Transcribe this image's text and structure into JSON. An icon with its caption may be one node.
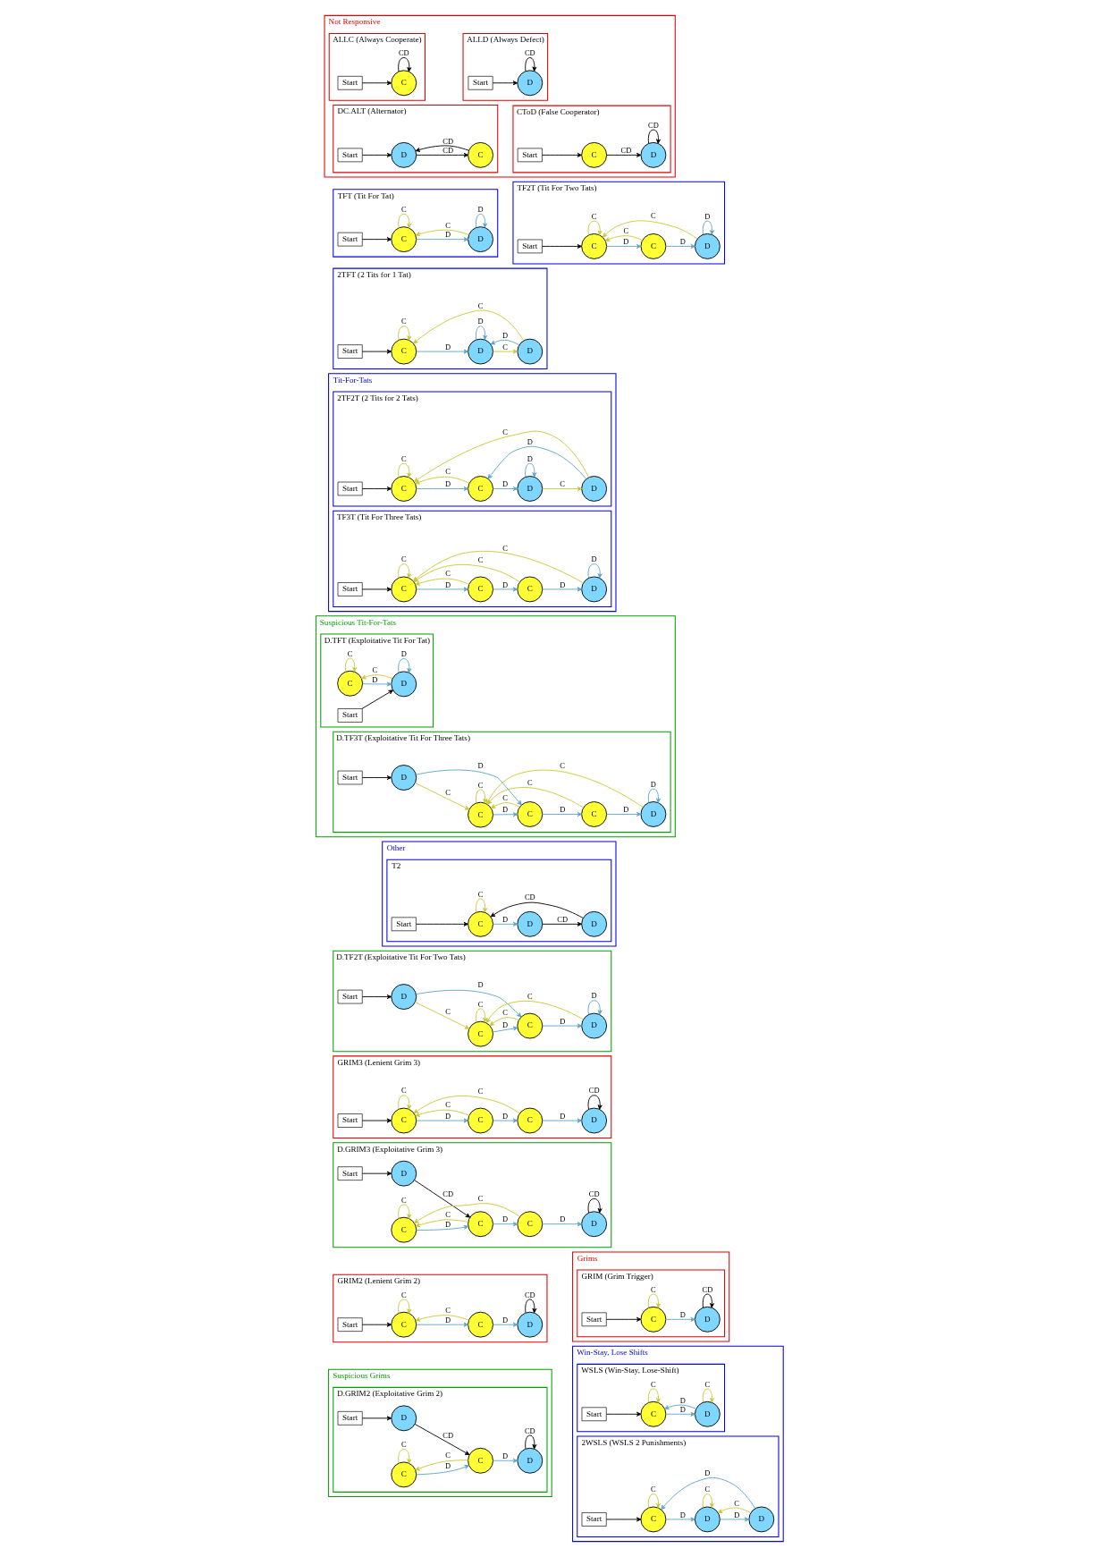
{
  "diagram": {
    "nodes": [
      {
        "text": [
          "Not Responsive"
        ]
      },
      {
        "text": [
          "ALLC (Always Cooperate)"
        ],
        "in": 0
      },
      {
        "text": [
          "Start"
        ],
        "in": 1
      },
      {
        "text": [
          "C"
        ],
        "in": 1
      },
      {
        "text": [
          "ALLD (Always Defect)"
        ],
        "in": 0
      },
      {
        "text": [
          "Start"
        ],
        "in": 4
      },
      {
        "text": [
          "D"
        ],
        "in": 4
      },
      {
        "text": [
          "DC.ALT (Alternator)"
        ],
        "in": 0
      },
      {
        "text": [
          "Start"
        ],
        "in": 7
      },
      {
        "text": [
          "D"
        ],
        "in": 7
      },
      {
        "text": [
          "C"
        ],
        "in": 7
      },
      {
        "text": [
          "CToD (False Cooperator)"
        ],
        "in": 0
      },
      {
        "text": [
          "Start"
        ],
        "in": 11
      },
      {
        "text": [
          "C"
        ],
        "in": 11
      },
      {
        "text": [
          "D"
        ],
        "in": 11
      },
      {
        "text": [
          "TFT (Tit For Tat)"
        ]
      },
      {
        "text": [
          "Start"
        ],
        "in": 15
      },
      {
        "text": [
          "C"
        ],
        "in": 15
      },
      {
        "text": [
          "D"
        ],
        "in": 15
      },
      {
        "text": [
          "TF2T (Tit For Two Tats)"
        ]
      },
      {
        "text": [
          "Start"
        ],
        "in": 19
      },
      {
        "text": [
          "C"
        ],
        "in": 19
      },
      {
        "text": [
          "C"
        ],
        "in": 19
      },
      {
        "text": [
          "D"
        ],
        "in": 19
      },
      {
        "text": [
          "2TFT (2 Tits for 1 Tat)"
        ]
      },
      {
        "text": [
          "Start"
        ],
        "in": 24
      },
      {
        "text": [
          "C"
        ],
        "in": 24
      },
      {
        "text": [
          "D"
        ],
        "in": 24
      },
      {
        "text": [
          "D"
        ],
        "in": 24
      },
      {
        "text": [
          "Tit-For-Tats"
        ]
      },
      {
        "text": [
          "2TF2T (2 Tits for 2 Tats)"
        ],
        "in": 29
      },
      {
        "text": [
          "Start"
        ],
        "in": 30
      },
      {
        "text": [
          "C"
        ],
        "in": 30
      },
      {
        "text": [
          "C"
        ],
        "in": 30
      },
      {
        "text": [
          "D"
        ],
        "in": 30
      },
      {
        "text": [
          "D"
        ],
        "in": 30
      },
      {
        "text": [
          "TF3T (Tit For Three Tats)"
        ],
        "in": 29
      },
      {
        "text": [
          "Start"
        ],
        "in": 36
      },
      {
        "text": [
          "C"
        ],
        "in": 36
      },
      {
        "text": [
          "C"
        ],
        "in": 36
      },
      {
        "text": [
          "C"
        ],
        "in": 36
      },
      {
        "text": [
          "D"
        ],
        "in": 36
      },
      {
        "text": [
          "Suspicious Tit-For-Tats"
        ]
      },
      {
        "text": [
          "D.TFT (Exploitative Tit For Tat)"
        ],
        "in": 42
      },
      {
        "text": [
          "C"
        ],
        "in": 43
      },
      {
        "text": [
          "D"
        ],
        "in": 43
      },
      {
        "text": [
          "Start"
        ],
        "in": 43
      },
      {
        "text": [
          "D.TF3T (Exploitative Tit For Three Tats)"
        ],
        "in": 42
      },
      {
        "text": [
          "Start"
        ],
        "in": 47
      },
      {
        "text": [
          "D"
        ],
        "in": 47
      },
      {
        "text": [
          "C"
        ],
        "in": 47
      },
      {
        "text": [
          "C"
        ],
        "in": 47
      },
      {
        "text": [
          "C"
        ],
        "in": 47
      },
      {
        "text": [
          "D"
        ],
        "in": 47
      },
      {
        "text": [
          "Other"
        ]
      },
      {
        "text": [
          "T2"
        ],
        "in": 54
      },
      {
        "text": [
          "Start"
        ],
        "in": 55
      },
      {
        "text": [
          "C"
        ],
        "in": 55
      },
      {
        "text": [
          "D"
        ],
        "in": 55
      },
      {
        "text": [
          "D"
        ],
        "in": 55
      },
      {
        "text": [
          "D.TF2T (Exploitative Tit For Two Tats)"
        ]
      },
      {
        "text": [
          "Start"
        ],
        "in": 60
      },
      {
        "text": [
          "D"
        ],
        "in": 60
      },
      {
        "text": [
          "C"
        ],
        "in": 60
      },
      {
        "text": [
          "C"
        ],
        "in": 60
      },
      {
        "text": [
          "D"
        ],
        "in": 60
      },
      {
        "text": [
          "Suspicious Grims"
        ]
      },
      {
        "text": [
          "D.GRIM2 (Exploitative Grim 2)"
        ],
        "in": 66
      },
      {
        "text": [
          "Start"
        ],
        "in": 67
      },
      {
        "text": [
          "D"
        ],
        "in": 67
      },
      {
        "text": [
          "C"
        ],
        "in": 67
      },
      {
        "text": [
          "C"
        ],
        "in": 67
      },
      {
        "text": [
          "D"
        ],
        "in": 67
      },
      {
        "text": [
          "GRIM3 (Lenient Grim 3)"
        ]
      },
      {
        "text": [
          "Start"
        ],
        "in": 73
      },
      {
        "text": [
          "C"
        ],
        "in": 73
      },
      {
        "text": [
          "C"
        ],
        "in": 73
      },
      {
        "text": [
          "C"
        ],
        "in": 73
      },
      {
        "text": [
          "D"
        ],
        "in": 73
      },
      {
        "text": [
          "D.GRIM3 (Exploitative Grim 3)"
        ]
      },
      {
        "text": [
          "Start"
        ],
        "in": 79
      },
      {
        "text": [
          "D"
        ],
        "in": 79
      },
      {
        "text": [
          "C"
        ],
        "in": 79
      },
      {
        "text": [
          "C"
        ],
        "in": 79
      },
      {
        "text": [
          "C"
        ],
        "in": 79
      },
      {
        "text": [
          "D"
        ],
        "in": 79
      },
      {
        "text": [
          "GRIM2 (Lenient Grim 2)"
        ]
      },
      {
        "text": [
          "Start"
        ],
        "in": 86
      },
      {
        "text": [
          "C"
        ],
        "in": 86
      },
      {
        "text": [
          "C"
        ],
        "in": 86
      },
      {
        "text": [
          "D"
        ],
        "in": 86
      },
      {
        "text": [
          "Grims"
        ]
      },
      {
        "text": [
          "GRIM (Grim Trigger)"
        ],
        "in": 91
      },
      {
        "text": [
          "Start"
        ],
        "in": 92
      },
      {
        "text": [
          "C"
        ],
        "in": 92
      },
      {
        "text": [
          "D"
        ],
        "in": 92
      },
      {
        "text": [
          "Win-Stay, Lose Shifts"
        ]
      },
      {
        "text": [
          "WSLS (Win-Stay, Lose-Shift)"
        ],
        "in": 96
      },
      {
        "text": [
          "Start"
        ],
        "in": 97
      },
      {
        "text": [
          "C"
        ],
        "in": 97
      },
      {
        "text": [
          "D"
        ],
        "in": 97
      },
      {
        "text": [
          "2WSLS (WSLS 2 Punishments)"
        ],
        "in": 96
      },
      {
        "text": [
          "Start"
        ],
        "in": 101
      },
      {
        "text": [
          "C"
        ],
        "in": 101
      },
      {
        "text": [
          "D"
        ],
        "in": 101
      },
      {
        "text": [
          "D"
        ],
        "in": 101
      }
    ],
    "edges": [
      {
        "from": 2,
        "to": 3,
        "arrow": "to",
        "color": "#000000"
      },
      {
        "from": 3,
        "to": 3,
        "arrow": "to",
        "label": "CD",
        "color": "#000000"
      },
      {
        "from": 5,
        "to": 6,
        "arrow": "to",
        "color": "#000000"
      },
      {
        "from": 6,
        "to": 6,
        "arrow": "to",
        "label": "CD",
        "color": "#000000"
      },
      {
        "from": 8,
        "to": 9,
        "arrow": "to",
        "color": "#000000"
      },
      {
        "from": 9,
        "to": 10,
        "arrow": "to",
        "label": "CD",
        "color": "#000000"
      },
      {
        "from": 10,
        "to": 9,
        "arrow": "to",
        "label": "CD",
        "color": "#000000"
      },
      {
        "from": 12,
        "to": 13,
        "arrow": "to",
        "color": "#000000"
      },
      {
        "from": 13,
        "to": 14,
        "arrow": "to",
        "label": "CD",
        "color": "#000000"
      },
      {
        "from": 14,
        "to": 14,
        "arrow": "to",
        "label": "CD",
        "color": "#000000"
      },
      {
        "from": 16,
        "to": 17,
        "arrow": "to",
        "color": "#000000"
      },
      {
        "from": 17,
        "to": 18,
        "arrow": "to",
        "label": "D",
        "color": "#5aa5c8"
      },
      {
        "from": 18,
        "to": 17,
        "arrow": "to",
        "label": "C",
        "color": "#c8c832"
      },
      {
        "from": 17,
        "to": 17,
        "arrow": "to",
        "label": "C",
        "color": "#c8c832"
      },
      {
        "from": 18,
        "to": 18,
        "arrow": "to",
        "label": "D",
        "color": "#5aa5c8"
      },
      {
        "from": 20,
        "to": 21,
        "arrow": "to",
        "color": "#000000"
      },
      {
        "from": 21,
        "to": 22,
        "arrow": "to",
        "label": "D",
        "color": "#5aa5c8"
      },
      {
        "from": 22,
        "to": 23,
        "arrow": "to",
        "label": "D",
        "color": "#5aa5c8"
      },
      {
        "from": 22,
        "to": 21,
        "arrow": "to",
        "label": "C",
        "color": "#c8c832"
      },
      {
        "from": 23,
        "to": 21,
        "arrow": "to",
        "label": "C",
        "color": "#c8c832"
      },
      {
        "from": 21,
        "to": 21,
        "arrow": "to",
        "label": "C",
        "color": "#c8c832"
      },
      {
        "from": 23,
        "to": 23,
        "arrow": "to",
        "label": "D",
        "color": "#5aa5c8"
      },
      {
        "from": 25,
        "to": 26,
        "arrow": "to",
        "color": "#000000"
      },
      {
        "from": 26,
        "to": 27,
        "arrow": "to",
        "label": "D",
        "color": "#5aa5c8"
      },
      {
        "from": 27,
        "to": 28,
        "arrow": "to",
        "label": "C",
        "color": "#c8c832"
      },
      {
        "from": 28,
        "to": 27,
        "arrow": "to",
        "label": "D",
        "color": "#5aa5c8"
      },
      {
        "from": 28,
        "to": 26,
        "arrow": "to",
        "label": "C",
        "color": "#c8c832"
      },
      {
        "from": 26,
        "to": 26,
        "arrow": "to",
        "label": "C",
        "color": "#c8c832"
      },
      {
        "from": 27,
        "to": 27,
        "arrow": "to",
        "label": "D",
        "color": "#5aa5c8"
      },
      {
        "from": 31,
        "to": 32,
        "arrow": "to",
        "color": "#000000"
      },
      {
        "from": 32,
        "to": 33,
        "arrow": "to",
        "label": "D",
        "color": "#5aa5c8"
      },
      {
        "from": 33,
        "to": 34,
        "arrow": "to",
        "label": "D",
        "color": "#5aa5c8"
      },
      {
        "from": 34,
        "to": 35,
        "arrow": "to",
        "label": "C",
        "color": "#c8c832"
      },
      {
        "from": 33,
        "to": 32,
        "arrow": "to",
        "label": "C",
        "color": "#c8c832"
      },
      {
        "from": 35,
        "to": 33,
        "arrow": "to",
        "label": "D",
        "color": "#5aa5c8"
      },
      {
        "from": 35,
        "to": 32,
        "arrow": "to",
        "label": "C",
        "color": "#c8c832"
      },
      {
        "from": 32,
        "to": 32,
        "arrow": "to",
        "label": "C",
        "color": "#c8c832"
      },
      {
        "from": 34,
        "to": 34,
        "arrow": "to",
        "label": "D",
        "color": "#5aa5c8"
      },
      {
        "from": 37,
        "to": 38,
        "arrow": "to",
        "color": "#000000"
      },
      {
        "from": 38,
        "to": 39,
        "arrow": "to",
        "label": "D",
        "color": "#5aa5c8"
      },
      {
        "from": 39,
        "to": 40,
        "arrow": "to",
        "label": "D",
        "color": "#5aa5c8"
      },
      {
        "from": 40,
        "to": 41,
        "arrow": "to",
        "label": "D",
        "color": "#5aa5c8"
      },
      {
        "from": 39,
        "to": 38,
        "arrow": "to",
        "label": "C",
        "color": "#c8c832"
      },
      {
        "from": 40,
        "to": 38,
        "arrow": "to",
        "label": "C",
        "color": "#c8c832"
      },
      {
        "from": 41,
        "to": 38,
        "arrow": "to",
        "label": "C",
        "color": "#c8c832"
      },
      {
        "from": 38,
        "to": 38,
        "arrow": "to",
        "label": "C",
        "color": "#c8c832"
      },
      {
        "from": 41,
        "to": 41,
        "arrow": "to",
        "label": "D",
        "color": "#5aa5c8"
      },
      {
        "from": 46,
        "to": 45,
        "arrow": "to",
        "color": "#000000"
      },
      {
        "from": 44,
        "to": 45,
        "arrow": "to",
        "label": "D",
        "color": "#5aa5c8"
      },
      {
        "from": 45,
        "to": 44,
        "arrow": "to",
        "label": "C",
        "color": "#c8c832"
      },
      {
        "from": 44,
        "to": 44,
        "arrow": "to",
        "label": "C",
        "color": "#c8c832"
      },
      {
        "from": 45,
        "to": 45,
        "arrow": "to",
        "label": "D",
        "color": "#5aa5c8"
      },
      {
        "from": 48,
        "to": 49,
        "arrow": "to",
        "color": "#000000"
      },
      {
        "from": 49,
        "to": 50,
        "arrow": "to",
        "label": "C",
        "color": "#c8c832"
      },
      {
        "from": 49,
        "to": 51,
        "arrow": "to",
        "label": "D",
        "color": "#5aa5c8"
      },
      {
        "from": 50,
        "to": 51,
        "arrow": "to",
        "label": "D",
        "color": "#5aa5c8"
      },
      {
        "from": 51,
        "to": 52,
        "arrow": "to",
        "label": "D",
        "color": "#5aa5c8"
      },
      {
        "from": 52,
        "to": 53,
        "arrow": "to",
        "label": "D",
        "color": "#5aa5c8"
      },
      {
        "from": 51,
        "to": 50,
        "arrow": "to",
        "label": "C",
        "color": "#c8c832"
      },
      {
        "from": 52,
        "to": 50,
        "arrow": "to",
        "label": "C",
        "color": "#c8c832"
      },
      {
        "from": 53,
        "to": 50,
        "arrow": "to",
        "label": "C",
        "color": "#c8c832"
      },
      {
        "from": 50,
        "to": 50,
        "arrow": "to",
        "label": "C",
        "color": "#c8c832"
      },
      {
        "from": 53,
        "to": 53,
        "arrow": "to",
        "label": "D",
        "color": "#5aa5c8"
      },
      {
        "from": 56,
        "to": 57,
        "arrow": "to",
        "color": "#000000"
      },
      {
        "from": 57,
        "to": 58,
        "arrow": "to",
        "label": "D",
        "color": "#5aa5c8"
      },
      {
        "from": 58,
        "to": 59,
        "arrow": "to",
        "label": "CD",
        "color": "#000000"
      },
      {
        "from": 59,
        "to": 57,
        "arrow": "to",
        "label": "CD",
        "color": "#000000"
      },
      {
        "from": 57,
        "to": 57,
        "arrow": "to",
        "label": "C",
        "color": "#c8c832"
      },
      {
        "from": 61,
        "to": 62,
        "arrow": "to",
        "color": "#000000"
      },
      {
        "from": 62,
        "to": 63,
        "arrow": "to",
        "label": "C",
        "color": "#c8c832"
      },
      {
        "from": 62,
        "to": 64,
        "arrow": "to",
        "label": "D",
        "color": "#5aa5c8"
      },
      {
        "from": 63,
        "to": 64,
        "arrow": "to",
        "label": "D",
        "color": "#5aa5c8"
      },
      {
        "from": 64,
        "to": 65,
        "arrow": "to",
        "label": "D",
        "color": "#5aa5c8"
      },
      {
        "from": 64,
        "to": 63,
        "arrow": "to",
        "label": "C",
        "color": "#c8c832"
      },
      {
        "from": 65,
        "to": 63,
        "arrow": "to",
        "label": "C",
        "color": "#c8c832"
      },
      {
        "from": 63,
        "to": 63,
        "arrow": "to",
        "label": "C",
        "color": "#c8c832"
      },
      {
        "from": 65,
        "to": 65,
        "arrow": "to",
        "label": "D",
        "color": "#5aa5c8"
      },
      {
        "from": 68,
        "to": 69,
        "arrow": "to",
        "color": "#000000"
      },
      {
        "from": 69,
        "to": 71,
        "arrow": "to",
        "label": "CD",
        "color": "#000000"
      },
      {
        "from": 70,
        "to": 71,
        "arrow": "to",
        "label": "D",
        "color": "#5aa5c8"
      },
      {
        "from": 71,
        "to": 72,
        "arrow": "to",
        "label": "D",
        "color": "#5aa5c8"
      },
      {
        "from": 71,
        "to": 70,
        "arrow": "to",
        "label": "C",
        "color": "#c8c832"
      },
      {
        "from": 70,
        "to": 70,
        "arrow": "to",
        "label": "C",
        "color": "#c8c832"
      },
      {
        "from": 72,
        "to": 72,
        "arrow": "to",
        "label": "CD",
        "color": "#000000"
      },
      {
        "from": 74,
        "to": 75,
        "arrow": "to",
        "color": "#000000"
      },
      {
        "from": 75,
        "to": 76,
        "arrow": "to",
        "label": "D",
        "color": "#5aa5c8"
      },
      {
        "from": 76,
        "to": 77,
        "arrow": "to",
        "label": "D",
        "color": "#5aa5c8"
      },
      {
        "from": 77,
        "to": 78,
        "arrow": "to",
        "label": "D",
        "color": "#5aa5c8"
      },
      {
        "from": 76,
        "to": 75,
        "arrow": "to",
        "label": "C",
        "color": "#c8c832"
      },
      {
        "from": 77,
        "to": 75,
        "arrow": "to",
        "label": "C",
        "color": "#c8c832"
      },
      {
        "from": 75,
        "to": 75,
        "arrow": "to",
        "label": "C",
        "color": "#c8c832"
      },
      {
        "from": 78,
        "to": 78,
        "arrow": "to",
        "label": "CD",
        "color": "#000000"
      },
      {
        "from": 80,
        "to": 81,
        "arrow": "to",
        "color": "#000000"
      },
      {
        "from": 81,
        "to": 83,
        "arrow": "to",
        "label": "CD",
        "color": "#000000"
      },
      {
        "from": 82,
        "to": 83,
        "arrow": "to",
        "label": "D",
        "color": "#5aa5c8"
      },
      {
        "from": 83,
        "to": 84,
        "arrow": "to",
        "label": "D",
        "color": "#5aa5c8"
      },
      {
        "from": 84,
        "to": 85,
        "arrow": "to",
        "label": "D",
        "color": "#5aa5c8"
      },
      {
        "from": 83,
        "to": 82,
        "arrow": "to",
        "label": "C",
        "color": "#c8c832"
      },
      {
        "from": 84,
        "to": 82,
        "arrow": "to",
        "label": "C",
        "color": "#c8c832"
      },
      {
        "from": 82,
        "to": 82,
        "arrow": "to",
        "label": "C",
        "color": "#c8c832"
      },
      {
        "from": 85,
        "to": 85,
        "arrow": "to",
        "label": "CD",
        "color": "#000000"
      },
      {
        "from": 87,
        "to": 88,
        "arrow": "to",
        "color": "#000000"
      },
      {
        "from": 88,
        "to": 89,
        "arrow": "to",
        "label": "D",
        "color": "#5aa5c8"
      },
      {
        "from": 89,
        "to": 90,
        "arrow": "to",
        "label": "D",
        "color": "#5aa5c8"
      },
      {
        "from": 89,
        "to": 88,
        "arrow": "to",
        "label": "C",
        "color": "#c8c832"
      },
      {
        "from": 88,
        "to": 88,
        "arrow": "to",
        "label": "C",
        "color": "#c8c832"
      },
      {
        "from": 90,
        "to": 90,
        "arrow": "to",
        "label": "CD",
        "color": "#000000"
      },
      {
        "from": 93,
        "to": 94,
        "arrow": "to",
        "color": "#000000"
      },
      {
        "from": 94,
        "to": 95,
        "arrow": "to",
        "label": "D",
        "color": "#5aa5c8"
      },
      {
        "from": 94,
        "to": 94,
        "arrow": "to",
        "label": "C",
        "color": "#c8c832"
      },
      {
        "from": 95,
        "to": 95,
        "arrow": "to",
        "label": "CD",
        "color": "#000000"
      },
      {
        "from": 98,
        "to": 99,
        "arrow": "to",
        "color": "#000000"
      },
      {
        "from": 99,
        "to": 100,
        "arrow": "to",
        "label": "D",
        "color": "#5aa5c8"
      },
      {
        "from": 100,
        "to": 99,
        "arrow": "to",
        "label": "D",
        "color": "#5aa5c8"
      },
      {
        "from": 99,
        "to": 99,
        "arrow": "to",
        "label": "C",
        "color": "#c8c832"
      },
      {
        "from": 100,
        "to": 100,
        "arrow": "to",
        "label": "C",
        "color": "#c8c832"
      },
      {
        "from": 102,
        "to": 103,
        "arrow": "to",
        "color": "#000000"
      },
      {
        "from": 103,
        "to": 104,
        "arrow": "to",
        "label": "D",
        "color": "#5aa5c8"
      },
      {
        "from": 104,
        "to": 105,
        "arrow": "to",
        "label": "D",
        "color": "#5aa5c8"
      },
      {
        "from": 105,
        "to": 104,
        "arrow": "to",
        "label": "C",
        "color": "#c8c832"
      },
      {
        "from": 105,
        "to": 103,
        "arrow": "to",
        "label": "D",
        "color": "#5aa5c8"
      },
      {
        "from": 103,
        "to": 103,
        "arrow": "to",
        "label": "C",
        "color": "#c8c832"
      },
      {
        "from": 104,
        "to": 104,
        "arrow": "to",
        "label": "C",
        "color": "#c8c832"
      }
    ]
  }
}
